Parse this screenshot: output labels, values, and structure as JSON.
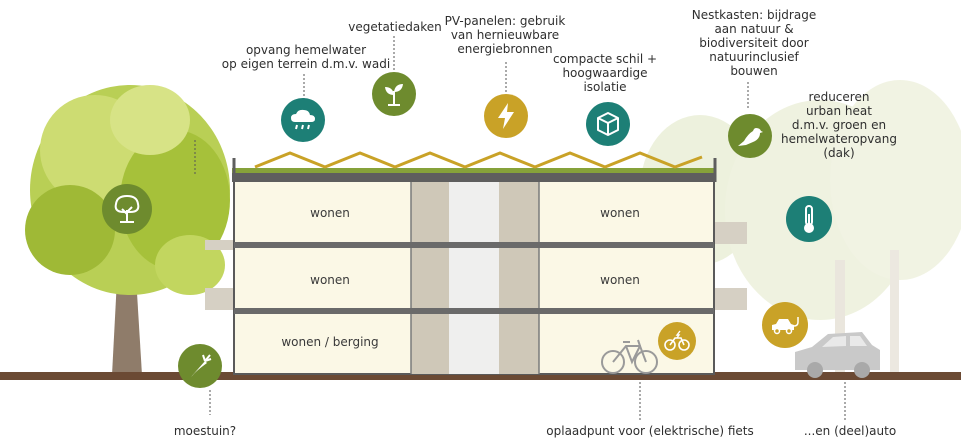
{
  "labels": {
    "wadi": "opvang hemelwater\nop eigen terrein d.m.v. wadi",
    "vegetation": "vegetatiedaken",
    "pv": "PV-panelen: gebruik\nvan hernieuwbare\nenergiebronnen",
    "shell": "compacte schil +\nhoogwaardige isolatie",
    "nest": "Nestkasten: bijdrage\naan natuur &\nbiodiversiteit door\nnatuurinclusief\nbouwen",
    "heat": "reduceren\nurban heat\nd.m.v. groen en\nhemelwateropvang\n(dak)",
    "garden": "moestuin?",
    "bike": "oplaadpunt voor (elektrische) fiets",
    "car": "...en (deel)auto"
  },
  "rooms": {
    "left_top": "wonen",
    "left_middle": "wonen",
    "left_bottom": "wonen / berging",
    "right_top": "wonen",
    "right_middle": "wonen"
  },
  "colors": {
    "teal": "#1d7f76",
    "olive": "#6e8b2e",
    "gold": "#c9a227",
    "tree_green": "#a7c43a",
    "ground": "#6b4a34",
    "room_fill": "#fbf8e6",
    "core_fill": "#cfc8b8"
  },
  "icons": [
    "rain-cloud-icon",
    "sprout-icon",
    "lightning-icon",
    "cube-icon",
    "bird-icon",
    "thermometer-icon",
    "tree-icon",
    "carrot-icon",
    "e-bike-icon",
    "e-car-icon"
  ]
}
